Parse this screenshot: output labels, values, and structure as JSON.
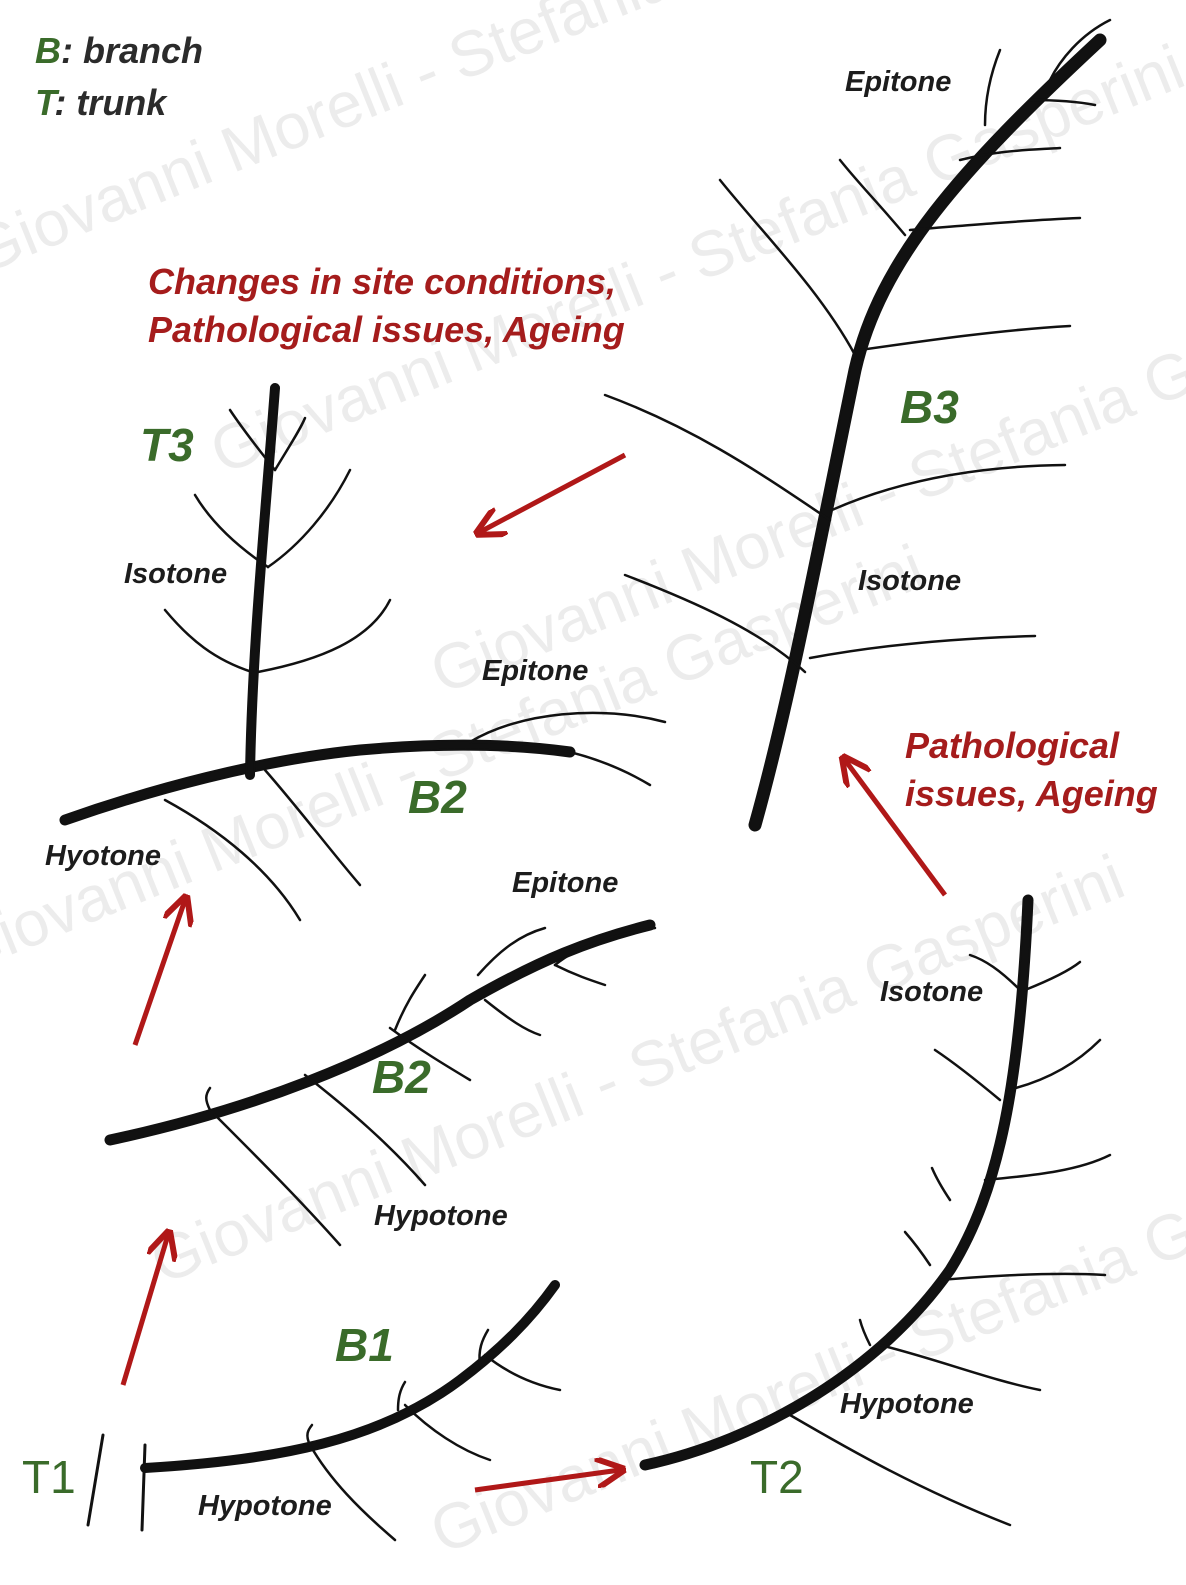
{
  "legend": {
    "b_key": "B",
    "b_text": ": branch",
    "t_key": "T",
    "t_text": ": trunk"
  },
  "captions": {
    "top": "Changes in site conditions,\nPathological issues, Ageing",
    "right": "Pathological\nissues, Ageing"
  },
  "labels": {
    "t3": "T3",
    "b3": "B3",
    "b2_upper": "B2",
    "b2_lower": "B2",
    "b1": "B1",
    "t1": "T1",
    "t2": "T2",
    "epitone_b3": "Epitone",
    "isotone_b3": "Isotone",
    "isotone_t3": "Isotone",
    "epitone_b2_upper": "Epitone",
    "hyotone_b2_upper": "Hyotone",
    "epitone_b2_lower": "Epitone",
    "hypotone_b2_lower": "Hypotone",
    "hypotone_b1": "Hypotone",
    "isotone_t2": "Isotone",
    "hypotone_t2": "Hypotone"
  },
  "watermark": "Giovanni Morelli - Stefania Gasperini",
  "colors": {
    "accent_red": "#b01818",
    "label_green": "#3a6b2a"
  }
}
